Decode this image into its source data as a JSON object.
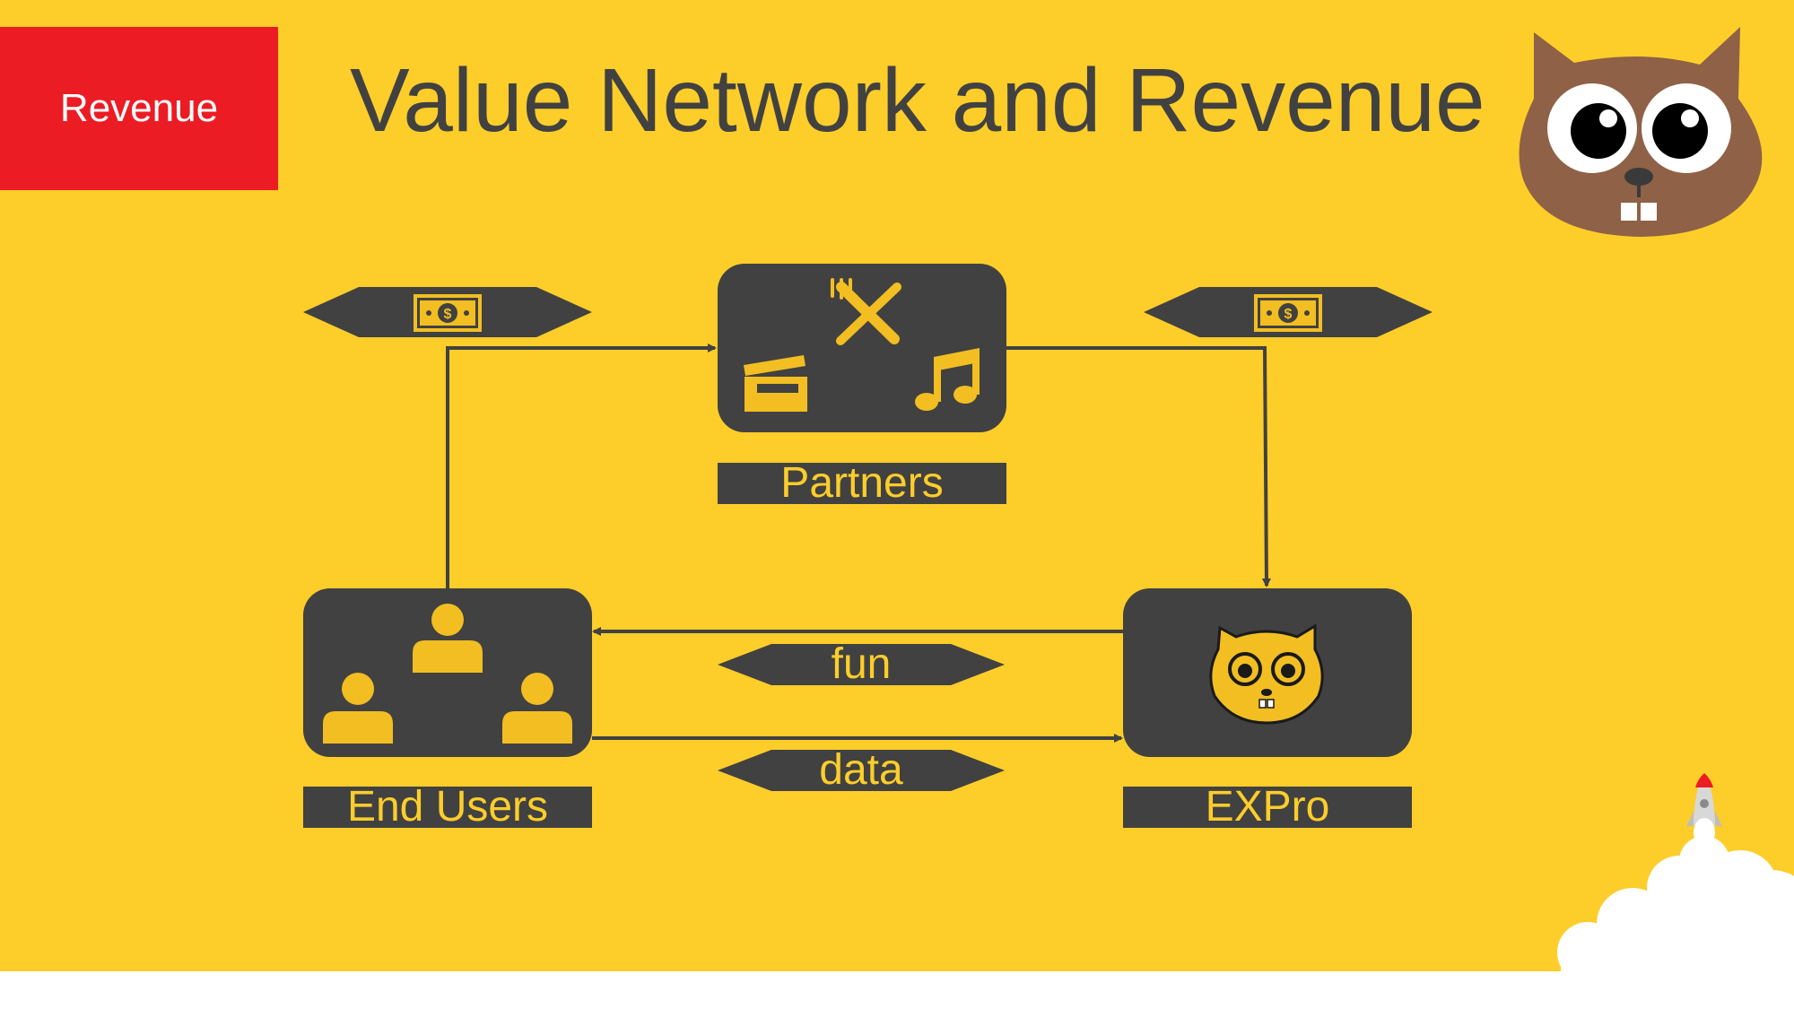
{
  "header": {
    "section_tag": "Revenue",
    "title": "Value Network and Revenue"
  },
  "nodes": {
    "partners": "Partners",
    "end_users": "End Users",
    "expro": "EXPro"
  },
  "flows": {
    "fun": "fun",
    "data": "data"
  },
  "icons": {
    "partners": [
      "fork-knife-icon",
      "clapperboard-icon",
      "music-note-icon"
    ],
    "end_users": "users-group-icon",
    "expro": "beaver-mascot-icon",
    "money": "dollar-bill-icon",
    "logo": "beaver-logo",
    "rocket": "rocket-icon"
  },
  "colors": {
    "background": "#FDCD2A",
    "box": "#414141",
    "accent_red": "#EC1C24",
    "icon_yellow": "#F2BE22",
    "mascot_brown": "#8F6146"
  }
}
